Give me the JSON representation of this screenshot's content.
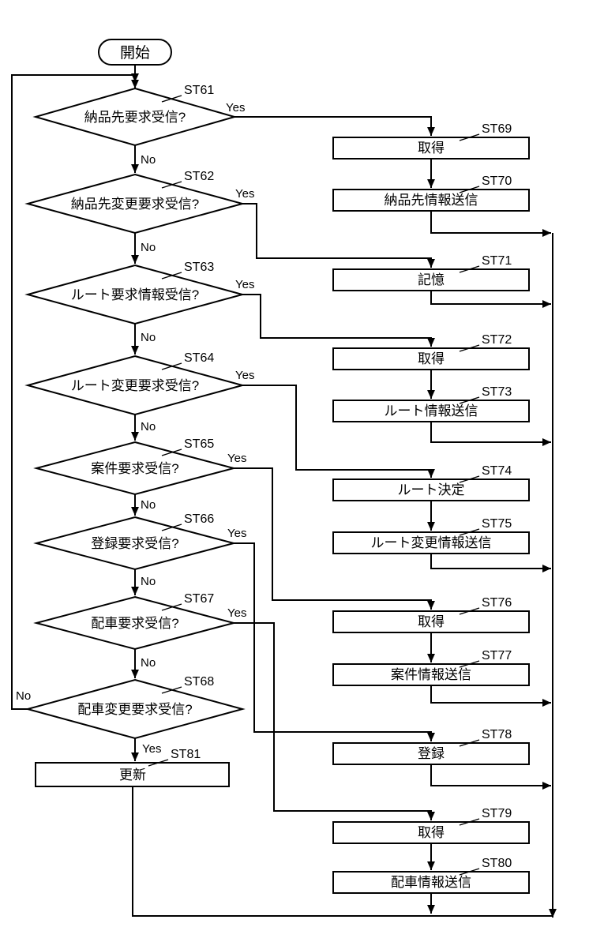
{
  "diagram": {
    "start_label": "開始",
    "decisions": [
      {
        "step": "ST61",
        "label": "納品先要求受信?",
        "yes": "Yes",
        "no": "No"
      },
      {
        "step": "ST62",
        "label": "納品先変更要求受信?",
        "yes": "Yes",
        "no": "No"
      },
      {
        "step": "ST63",
        "label": "ルート要求情報受信?",
        "yes": "Yes",
        "no": "No"
      },
      {
        "step": "ST64",
        "label": "ルート変更要求受信?",
        "yes": "Yes",
        "no": "No"
      },
      {
        "step": "ST65",
        "label": "案件要求受信?",
        "yes": "Yes",
        "no": "No"
      },
      {
        "step": "ST66",
        "label": "登録要求受信?",
        "yes": "Yes",
        "no": "No"
      },
      {
        "step": "ST67",
        "label": "配車要求受信?",
        "yes": "Yes",
        "no": "No"
      },
      {
        "step": "ST68",
        "label": "配車変更要求受信?",
        "yes": "Yes",
        "no": "No"
      }
    ],
    "processes": [
      {
        "step": "ST69",
        "label": "取得"
      },
      {
        "step": "ST70",
        "label": "納品先情報送信"
      },
      {
        "step": "ST71",
        "label": "記憶"
      },
      {
        "step": "ST72",
        "label": "取得"
      },
      {
        "step": "ST73",
        "label": "ルート情報送信"
      },
      {
        "step": "ST74",
        "label": "ルート決定"
      },
      {
        "step": "ST75",
        "label": "ルート変更情報送信"
      },
      {
        "step": "ST76",
        "label": "取得"
      },
      {
        "step": "ST77",
        "label": "案件情報送信"
      },
      {
        "step": "ST78",
        "label": "登録"
      },
      {
        "step": "ST79",
        "label": "取得"
      },
      {
        "step": "ST80",
        "label": "配車情報送信"
      },
      {
        "step": "ST81",
        "label": "更新"
      }
    ]
  }
}
